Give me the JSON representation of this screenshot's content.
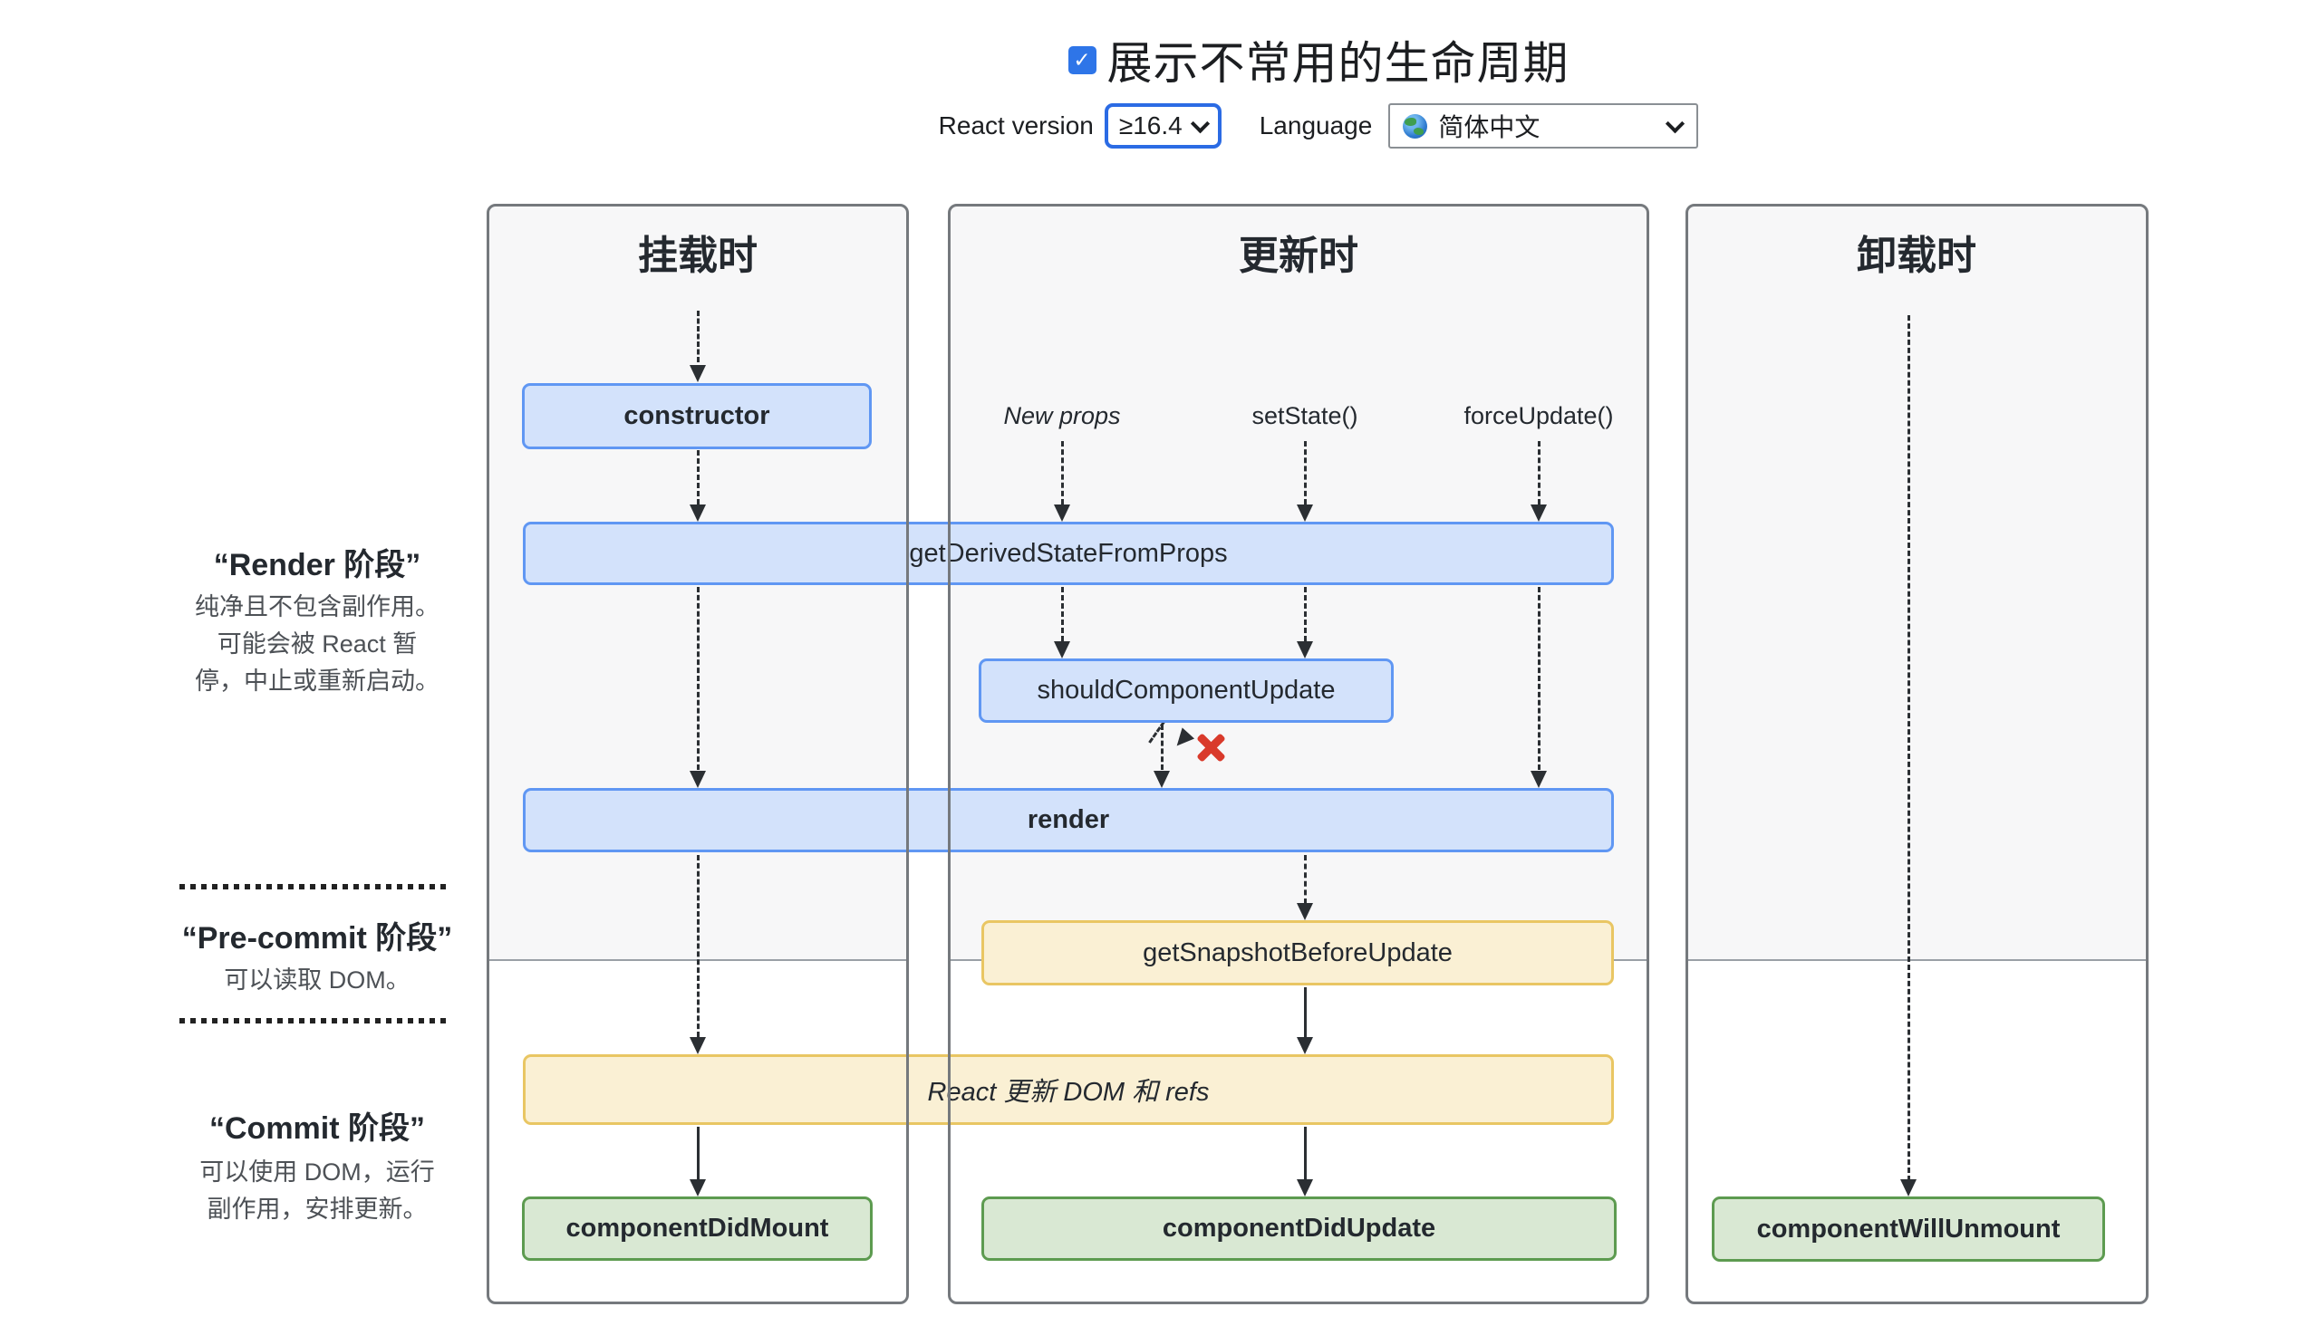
{
  "header": {
    "checkbox_checked": true,
    "checkbox_glyph": "✓",
    "title": "展示不常用的生命周期",
    "react_version_label": "React version",
    "react_version_value": "≥16.4",
    "language_label": "Language",
    "language_value": "简体中文",
    "language_icon": "globe-icon"
  },
  "phases": {
    "render": {
      "title": "“Render 阶段”",
      "lines": [
        "纯净且不包含副作用。",
        "可能会被 React 暂",
        "停，中止或重新启动。"
      ]
    },
    "pre_commit": {
      "title": "“Pre-commit 阶段”",
      "lines": [
        "可以读取 DOM。"
      ]
    },
    "commit": {
      "title": "“Commit 阶段”",
      "lines": [
        "可以使用 DOM，运行",
        "副作用，安排更新。"
      ]
    }
  },
  "columns": {
    "mounting": {
      "title": "挂载时"
    },
    "updating": {
      "title": "更新时",
      "triggers": [
        "New props",
        "setState()",
        "forceUpdate()"
      ]
    },
    "unmounting": {
      "title": "卸载时"
    }
  },
  "nodes": {
    "constructor": "constructor",
    "get_derived_state_from_props": "getDerivedStateFromProps",
    "should_component_update": "shouldComponentUpdate",
    "render": "render",
    "get_snapshot_before_update": "getSnapshotBeforeUpdate",
    "react_updates_dom": "React 更新 DOM 和 refs",
    "component_did_mount": "componentDidMount",
    "component_did_update": "componentDidUpdate",
    "component_will_unmount": "componentWillUnmount"
  },
  "colors": {
    "accent_blue": "#2b6be4",
    "checkbox_blue": "#2e75e8",
    "box_blue_fill": "#d3e2fb",
    "box_blue_border": "#6097f3",
    "box_yellow_fill": "#faf0d4",
    "box_yellow_border": "#e9c663",
    "box_green_fill": "#d9e8d3",
    "box_green_border": "#5d9b50",
    "abort_x_red": "#d93a2b",
    "column_border_gray": "#75797d",
    "render_zone_gray": "#f7f7f8"
  }
}
